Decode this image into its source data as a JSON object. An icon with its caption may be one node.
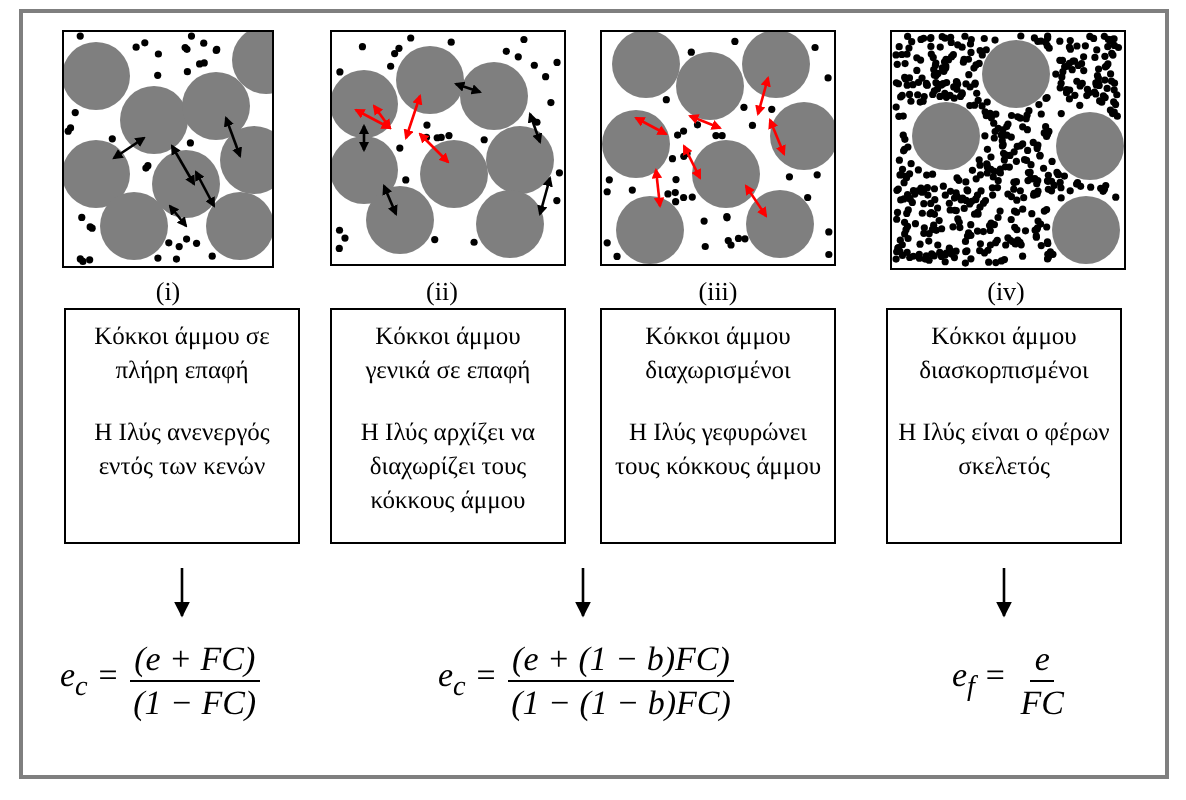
{
  "diagram": {
    "nodes": [
      {
        "text": [
          "Κόκκοι άμμου σε πλήρη επαφή",
          "Η Ιλύς ανενεργός εντός των κενών"
        ]
      },
      {
        "text": [
          "Κόκκοι άμμου γενικά σε επαφή",
          "Η Ιλύς αρχίζει να διαχωρίζει τους κόκκους άμμου"
        ]
      },
      {
        "text": [
          "Κόκκοι άμμου διαχωρισμένοι",
          "Η Ιλύς γεφυρώνει τους κόκκους άμμου"
        ]
      },
      {
        "text": [
          "Κόκκοι άμμου διασκορπισμένοι",
          "Η Ιλύς είναι ο φέρων σκελετός"
        ]
      },
      {
        "text": [
          "e$_{c}$ =",
          "(e + FC)",
          "(1 − FC)"
        ]
      },
      {
        "text": [
          "e$_{c}$ =",
          "(e + (1 − b)FC)",
          "(1 − (1 − b)FC)"
        ]
      },
      {
        "text": [
          "e$_{f}$ =",
          "e",
          "FC"
        ]
      }
    ],
    "edges": [
      {
        "from": 0,
        "to": 4,
        "arrow": "to"
      },
      {
        "from": 1,
        "to": 5,
        "arrow": "to"
      },
      {
        "from": 2,
        "to": 5,
        "arrow": "to"
      },
      {
        "from": 3,
        "to": 6,
        "arrow": "to"
      }
    ],
    "labels": [
      "(i)",
      "(ii)",
      "(iii)",
      "(iv)"
    ]
  }
}
